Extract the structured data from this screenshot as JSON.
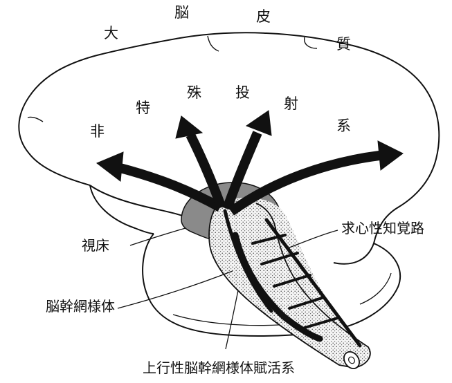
{
  "title_chars": [
    "大",
    "脳",
    "皮",
    "質"
  ],
  "projection_chars": [
    "非",
    "特",
    "殊",
    "投",
    "射",
    "系"
  ],
  "labels": {
    "thalamus": "視床",
    "reticular_formation": "脳幹網様体",
    "sensory_pathway": "求心性知覚路",
    "activating_system": "上行性脳幹網様体賦活系"
  },
  "colors": {
    "outline": "#111111",
    "thalamus_fill": "#8a8a8a",
    "stipple": "#444444",
    "background": "#ffffff"
  }
}
